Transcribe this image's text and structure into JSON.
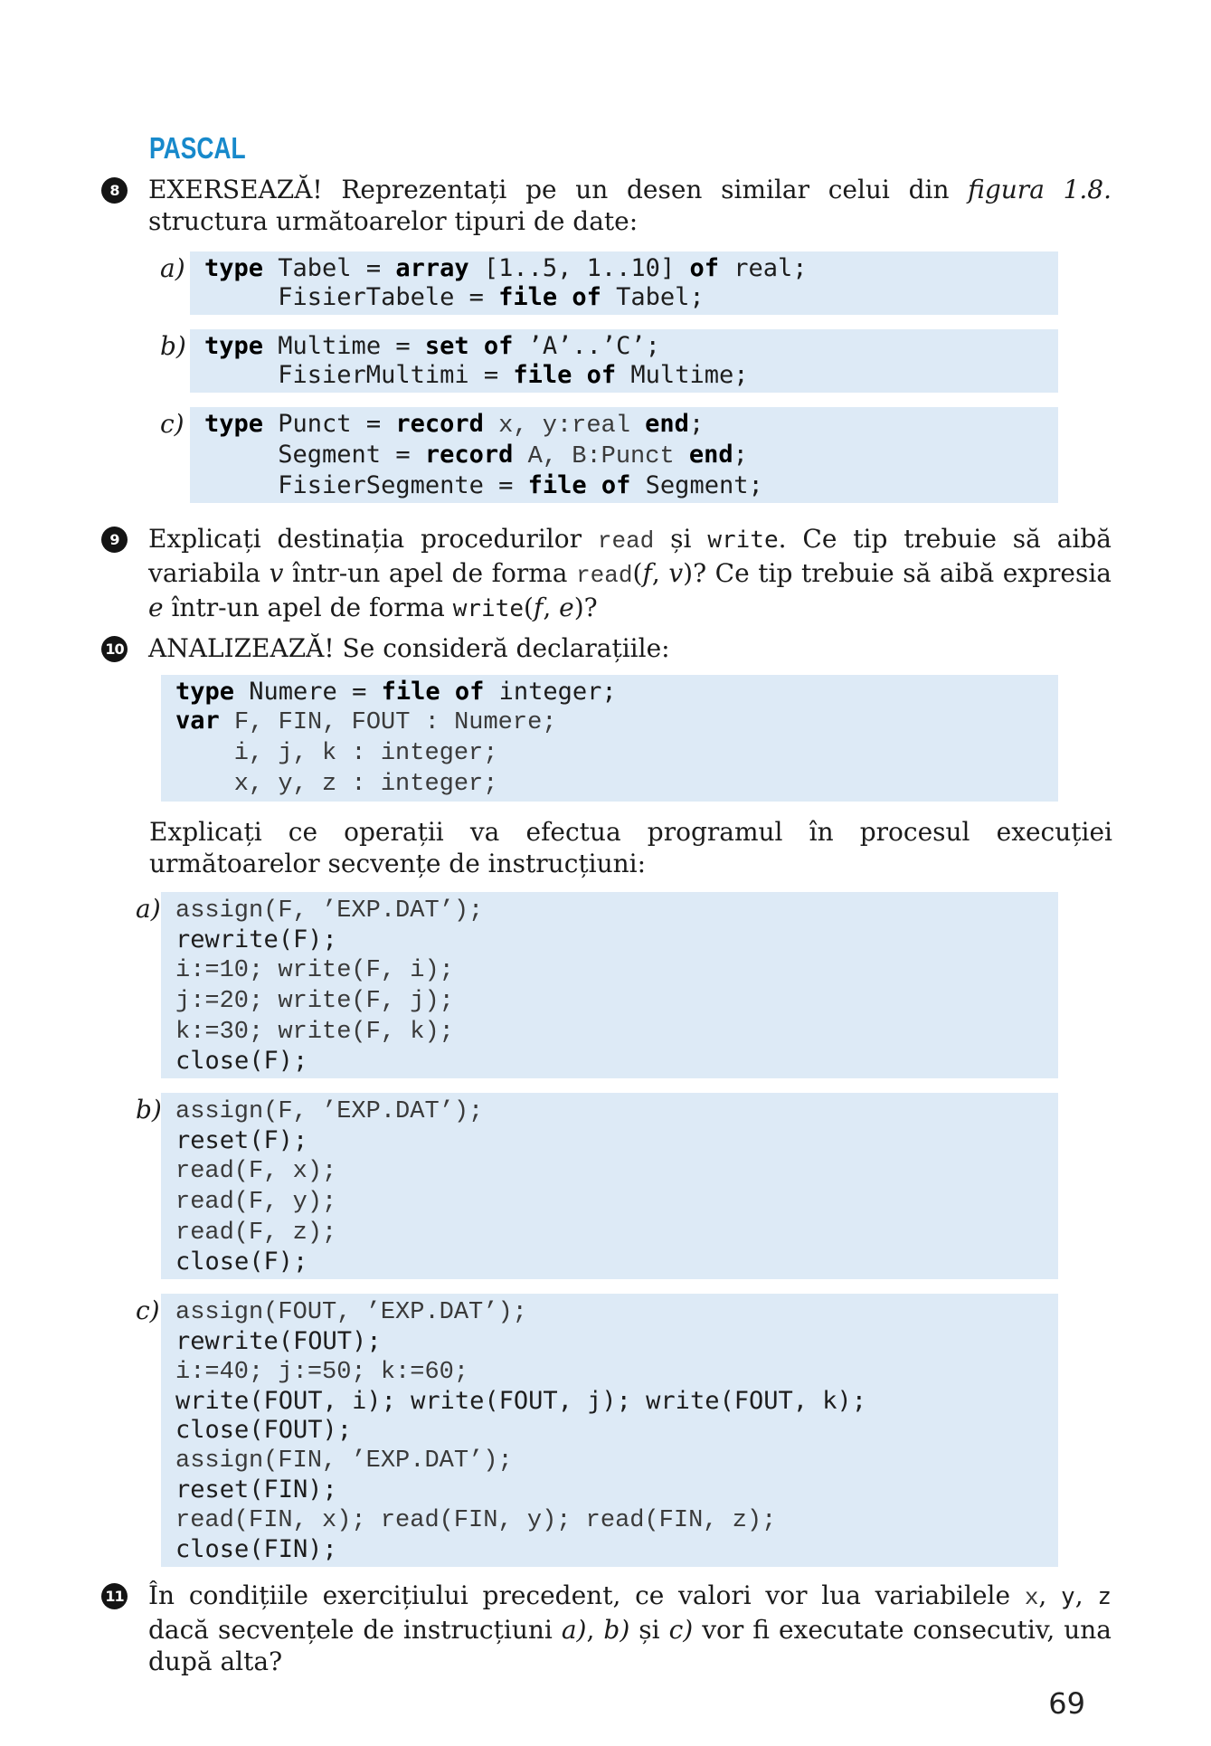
{
  "heading": "PASCAL",
  "page_number": "69",
  "colors": {
    "accent": "#1789cb",
    "code_bg": "#ddeaf6"
  },
  "item8": {
    "num": "8",
    "text": [
      {
        "s": "p",
        "t": "EXERSEAZĂ! Reprezentați pe un desen similar celui din "
      },
      {
        "s": "i",
        "t": "figura 1.8."
      },
      {
        "s": "p",
        "t": " structura următoarelor tipuri de date:"
      }
    ],
    "blocks": [
      {
        "label": "a)",
        "lines": [
          [
            {
              "s": "k",
              "t": "type "
            },
            {
              "s": "m",
              "t": "Tabel = "
            },
            {
              "s": "k",
              "t": "array "
            },
            {
              "s": "m",
              "t": "[1..5, 1..10] "
            },
            {
              "s": "k",
              "t": "of "
            },
            {
              "s": "m",
              "t": "real;"
            }
          ],
          [
            {
              "s": "m",
              "t": "     FisierTabele = "
            },
            {
              "s": "k",
              "t": "file of "
            },
            {
              "s": "m",
              "t": "Tabel;"
            }
          ]
        ]
      },
      {
        "label": "b)",
        "lines": [
          [
            {
              "s": "k",
              "t": "type "
            },
            {
              "s": "m",
              "t": "Multime = "
            },
            {
              "s": "k",
              "t": "set of "
            },
            {
              "s": "m",
              "t": "’A’..’C’;"
            }
          ],
          [
            {
              "s": "m",
              "t": "     FisierMultimi = "
            },
            {
              "s": "k",
              "t": "file of "
            },
            {
              "s": "m",
              "t": "Multime;"
            }
          ]
        ]
      },
      {
        "label": "c)",
        "lines": [
          [
            {
              "s": "k",
              "t": "type "
            },
            {
              "s": "m",
              "t": "Punct = "
            },
            {
              "s": "k",
              "t": "record "
            },
            {
              "s": "c",
              "t": "x, y:real "
            },
            {
              "s": "k",
              "t": "end"
            },
            {
              "s": "m",
              "t": ";"
            }
          ],
          [
            {
              "s": "m",
              "t": "     Segment = "
            },
            {
              "s": "k",
              "t": "record "
            },
            {
              "s": "c",
              "t": "A, B:Punct "
            },
            {
              "s": "k",
              "t": "end"
            },
            {
              "s": "m",
              "t": ";"
            }
          ],
          [
            {
              "s": "m",
              "t": "     FisierSegmente = "
            },
            {
              "s": "k",
              "t": "file of "
            },
            {
              "s": "m",
              "t": "Segment;"
            }
          ]
        ]
      }
    ]
  },
  "item9": {
    "num": "9",
    "text": [
      {
        "s": "p",
        "t": "Explicați destinația procedurilor "
      },
      {
        "s": "c",
        "t": "read"
      },
      {
        "s": "p",
        "t": " și "
      },
      {
        "s": "m",
        "t": "write"
      },
      {
        "s": "p",
        "t": ". Ce tip trebuie să aibă variabila "
      },
      {
        "s": "i",
        "t": "v"
      },
      {
        "s": "p",
        "t": " într-un apel de forma "
      },
      {
        "s": "c",
        "t": "read"
      },
      {
        "s": "p",
        "t": "("
      },
      {
        "s": "i",
        "t": "f"
      },
      {
        "s": "p",
        "t": ", "
      },
      {
        "s": "i",
        "t": "v"
      },
      {
        "s": "p",
        "t": ")? Ce tip trebuie să aibă expresia "
      },
      {
        "s": "i",
        "t": "e"
      },
      {
        "s": "p",
        "t": " într-un apel de forma "
      },
      {
        "s": "m",
        "t": "write"
      },
      {
        "s": "p",
        "t": "("
      },
      {
        "s": "i",
        "t": "f"
      },
      {
        "s": "p",
        "t": ", "
      },
      {
        "s": "i",
        "t": "e"
      },
      {
        "s": "p",
        "t": ")?"
      }
    ]
  },
  "item10": {
    "num": "10",
    "text": [
      {
        "s": "p",
        "t": "ANALIZEAZĂ! Se consideră declarațiile:"
      }
    ],
    "decl": [
      [
        {
          "s": "k",
          "t": "type "
        },
        {
          "s": "m",
          "t": "Numere = "
        },
        {
          "s": "k",
          "t": "file of "
        },
        {
          "s": "m",
          "t": "integer;"
        }
      ],
      [
        {
          "s": "k",
          "t": "var "
        },
        {
          "s": "c",
          "t": "F, FIN, FOUT : Numere;"
        }
      ],
      [
        {
          "s": "c",
          "t": "    i, j, k : integer;"
        }
      ],
      [
        {
          "s": "c",
          "t": "    x, y, z : integer;"
        }
      ]
    ],
    "text2": [
      {
        "s": "p",
        "t": "Explicați ce operații va efectua programul în procesul execuției următoarelor secvențe de instrucțiuni:"
      }
    ],
    "blocks": [
      {
        "label": "a)",
        "lines": [
          [
            {
              "s": "c",
              "t": "assign(F, ’EXP.DAT’);"
            }
          ],
          [
            {
              "s": "m",
              "t": "rewrite(F);"
            }
          ],
          [
            {
              "s": "c",
              "t": "i:=10; write(F, i);"
            }
          ],
          [
            {
              "s": "c",
              "t": "j:=20; write(F, j);"
            }
          ],
          [
            {
              "s": "c",
              "t": "k:=30; write(F, k);"
            }
          ],
          [
            {
              "s": "m",
              "t": "close(F);"
            }
          ]
        ]
      },
      {
        "label": "b)",
        "lines": [
          [
            {
              "s": "c",
              "t": "assign(F, ’EXP.DAT’);"
            }
          ],
          [
            {
              "s": "m",
              "t": "reset(F);"
            }
          ],
          [
            {
              "s": "c",
              "t": "read(F, x);"
            }
          ],
          [
            {
              "s": "c",
              "t": "read(F, y);"
            }
          ],
          [
            {
              "s": "c",
              "t": "read(F, z);"
            }
          ],
          [
            {
              "s": "m",
              "t": "close(F);"
            }
          ]
        ]
      },
      {
        "label": "c)",
        "lines": [
          [
            {
              "s": "c",
              "t": "assign(FOUT, ’EXP.DAT’);"
            }
          ],
          [
            {
              "s": "m",
              "t": "rewrite(FOUT);"
            }
          ],
          [
            {
              "s": "c",
              "t": "i:=40; j:=50; k:=60;"
            }
          ],
          [
            {
              "s": "m",
              "t": "write(FOUT, i); write(FOUT, j); write(FOUT, k);"
            }
          ],
          [
            {
              "s": "m",
              "t": "close(FOUT);"
            }
          ],
          [
            {
              "s": "c",
              "t": "assign(FIN, ’EXP.DAT’);"
            }
          ],
          [
            {
              "s": "m",
              "t": "reset(FIN);"
            }
          ],
          [
            {
              "s": "c",
              "t": "read(FIN, x); read(FIN, y); read(FIN, z);"
            }
          ],
          [
            {
              "s": "m",
              "t": "close(FIN);"
            }
          ]
        ]
      }
    ]
  },
  "item11": {
    "num": "11",
    "text": [
      {
        "s": "p",
        "t": "În condițiile exercițiului precedent, ce valori vor lua variabilele "
      },
      {
        "s": "c",
        "t": "x"
      },
      {
        "s": "p",
        "t": ", "
      },
      {
        "s": "m",
        "t": "y"
      },
      {
        "s": "p",
        "t": ", "
      },
      {
        "s": "m",
        "t": "z"
      },
      {
        "s": "p",
        "t": " dacă secvențele de instrucțiuni "
      },
      {
        "s": "i",
        "t": "a)"
      },
      {
        "s": "p",
        "t": ", "
      },
      {
        "s": "i",
        "t": "b)"
      },
      {
        "s": "p",
        "t": " și "
      },
      {
        "s": "i",
        "t": "c)"
      },
      {
        "s": "p",
        "t": " vor fi executate consecutiv, una după alta?"
      }
    ]
  }
}
